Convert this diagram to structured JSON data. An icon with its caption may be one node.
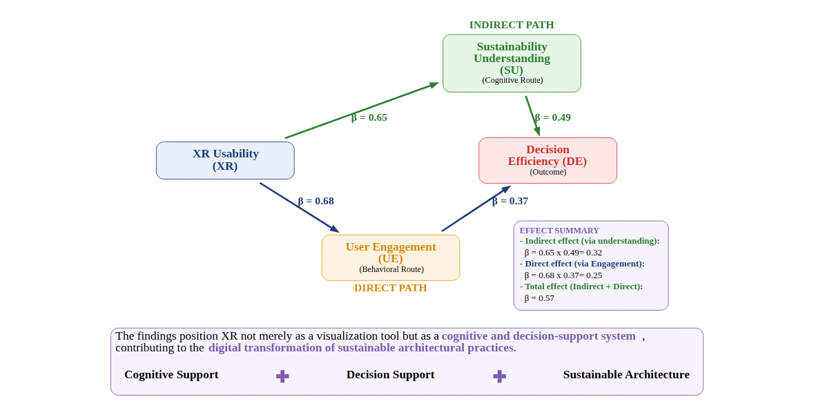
{
  "diagram": {
    "nodes": [
      {
        "text": [
          "XR Usability (XR)"
        ]
      },
      {
        "text": [
          "Sustainability Understanding (SU)",
          "(Cognitive Route)"
        ],
        "beside": [
          "INDIRECT PATH"
        ]
      },
      {
        "text": [
          "User Engagement (UE)",
          "(Behavioral Route)"
        ],
        "beside": [
          "DIRECT PATH"
        ]
      },
      {
        "text": [
          "Decision Efficiency (DE)",
          "(Outcome)"
        ]
      },
      {
        "text": [
          "EFFECT SUMMARY",
          "- Indirect effect (via understanding):",
          "β = 0.65 x 0.49= 0.32",
          "- Direct effect (via Engagement):",
          "β = 0.68 x 0.37= 0.25",
          "- Total effect (Indirect + Direct):",
          "β = 0.57"
        ]
      },
      {
        "text": [
          "The findings position XR not merely as a visualization tool but as a **cognitive and decision-support system**, contributing to the **digital transformation of sustainable architectural practices.**"
        ]
      },
      {
        "text": [
          "Cognitive Support"
        ],
        "in": 5
      },
      {
        "text": [
          "Decision Support"
        ],
        "in": 5
      },
      {
        "text": [
          "Sustainable Architecture"
        ],
        "in": 5
      }
    ],
    "edges": [
      {
        "from": 0,
        "to": 1,
        "arrow": "to",
        "label": "β = 0.65",
        "color": "#2e7d32"
      },
      {
        "from": 1,
        "to": 3,
        "arrow": "to",
        "label": "β = 0.49",
        "color": "#2e7d32"
      },
      {
        "from": 0,
        "to": 2,
        "arrow": "to",
        "label": "β = 0.68",
        "color": "#1f3c78"
      },
      {
        "from": 2,
        "to": 3,
        "arrow": "to",
        "label": "β = 0.37",
        "color": "#1f3c78"
      }
    ]
  }
}
